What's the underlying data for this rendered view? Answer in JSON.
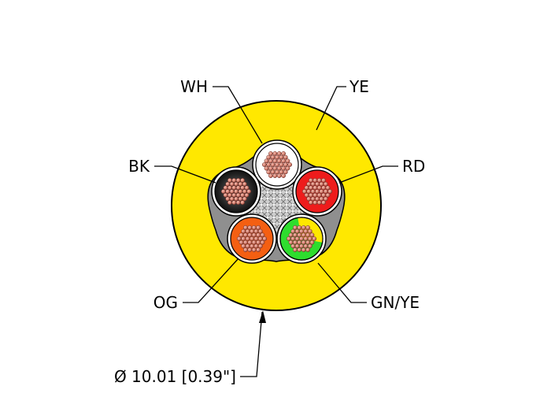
{
  "labels": {
    "wh": "WH",
    "ye": "YE",
    "bk": "BK",
    "rd": "RD",
    "og": "OG",
    "gnye": "GN/YE",
    "diameter": "Ø 10.01 [0.39\"]"
  },
  "colors": {
    "jacket": "#FFE800",
    "white": "#FFFFFF",
    "black": "#1A1A1A",
    "red": "#EE1C1C",
    "orange": "#F45F12",
    "green": "#2EDD2E",
    "yellow": "#FFE800",
    "strand": "#E09080",
    "filler": "#BEBEBE"
  }
}
